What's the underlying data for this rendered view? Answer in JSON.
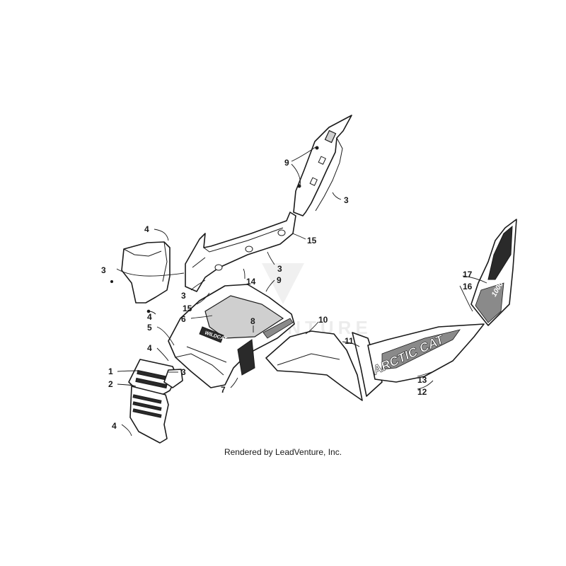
{
  "credit": "Rendered by LeadVenture, Inc.",
  "watermark": "ADVENTURE",
  "decals": {
    "side_brand": "ARCTIC CAT",
    "hood_logo": "WILDCAT",
    "panel_model": "1000"
  },
  "callouts": [
    {
      "id": "c9a",
      "label": "9"
    },
    {
      "id": "c3a",
      "label": "3"
    },
    {
      "id": "c4a",
      "label": "4"
    },
    {
      "id": "c15a",
      "label": "15"
    },
    {
      "id": "c3b",
      "label": "3"
    },
    {
      "id": "c3c",
      "label": "3"
    },
    {
      "id": "c14",
      "label": "14"
    },
    {
      "id": "c9b",
      "label": "9"
    },
    {
      "id": "c3d",
      "label": "3"
    },
    {
      "id": "c15b",
      "label": "15"
    },
    {
      "id": "c4b",
      "label": "4"
    },
    {
      "id": "c5",
      "label": "5"
    },
    {
      "id": "c6",
      "label": "6"
    },
    {
      "id": "c8",
      "label": "8"
    },
    {
      "id": "c10",
      "label": "10"
    },
    {
      "id": "c11",
      "label": "11"
    },
    {
      "id": "c17",
      "label": "17"
    },
    {
      "id": "c16",
      "label": "16"
    },
    {
      "id": "c4c",
      "label": "4"
    },
    {
      "id": "c3e",
      "label": "3"
    },
    {
      "id": "c1",
      "label": "1"
    },
    {
      "id": "c2",
      "label": "2"
    },
    {
      "id": "c7",
      "label": "7"
    },
    {
      "id": "c13",
      "label": "13"
    },
    {
      "id": "c12",
      "label": "12"
    },
    {
      "id": "c4d",
      "label": "4"
    }
  ]
}
